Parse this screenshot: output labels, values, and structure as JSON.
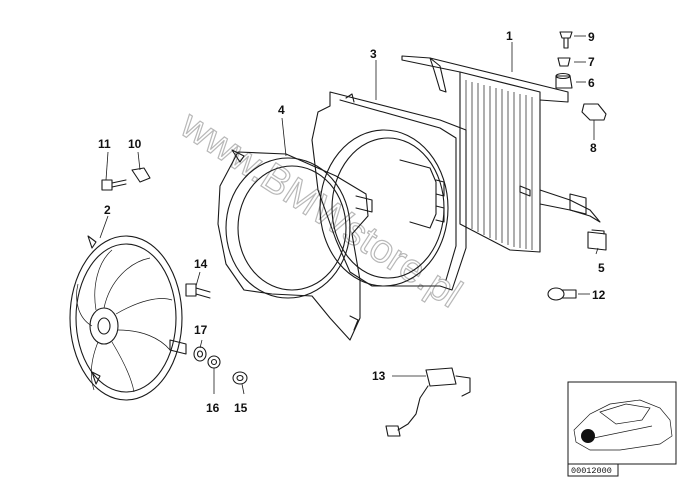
{
  "watermark": "www.BMWstore.pl",
  "reference_code": "00012000",
  "callouts": [
    {
      "id": "c1",
      "label": "1"
    },
    {
      "id": "c2",
      "label": "2"
    },
    {
      "id": "c3",
      "label": "3"
    },
    {
      "id": "c4",
      "label": "4"
    },
    {
      "id": "c5",
      "label": "5"
    },
    {
      "id": "c6",
      "label": "6"
    },
    {
      "id": "c7",
      "label": "7"
    },
    {
      "id": "c8",
      "label": "8"
    },
    {
      "id": "c9",
      "label": "9"
    },
    {
      "id": "c10",
      "label": "10"
    },
    {
      "id": "c11",
      "label": "11"
    },
    {
      "id": "c12",
      "label": "12"
    },
    {
      "id": "c13",
      "label": "13"
    },
    {
      "id": "c14",
      "label": "14"
    },
    {
      "id": "c15",
      "label": "15"
    },
    {
      "id": "c16",
      "label": "16"
    },
    {
      "id": "c17",
      "label": "17"
    }
  ]
}
